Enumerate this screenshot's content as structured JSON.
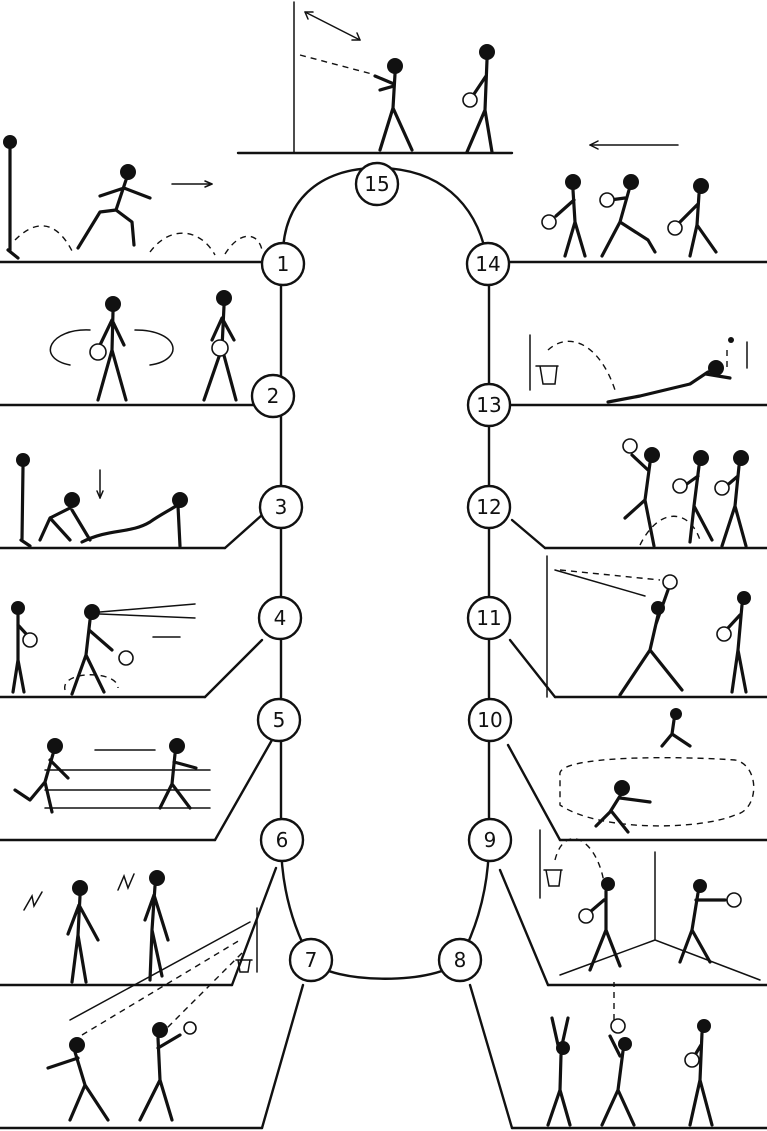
{
  "diagram": {
    "stations": [
      {
        "id": 1,
        "label": "1"
      },
      {
        "id": 2,
        "label": "2"
      },
      {
        "id": 3,
        "label": "3"
      },
      {
        "id": 4,
        "label": "4"
      },
      {
        "id": 5,
        "label": "5"
      },
      {
        "id": 6,
        "label": "6"
      },
      {
        "id": 7,
        "label": "7"
      },
      {
        "id": 8,
        "label": "8"
      },
      {
        "id": 9,
        "label": "9"
      },
      {
        "id": 10,
        "label": "10"
      },
      {
        "id": 11,
        "label": "11"
      },
      {
        "id": 12,
        "label": "12"
      },
      {
        "id": 13,
        "label": "13"
      },
      {
        "id": 14,
        "label": "14"
      },
      {
        "id": 15,
        "label": "15"
      }
    ],
    "colors": {
      "ink": "#111111",
      "paper": "#ffffff"
    }
  }
}
